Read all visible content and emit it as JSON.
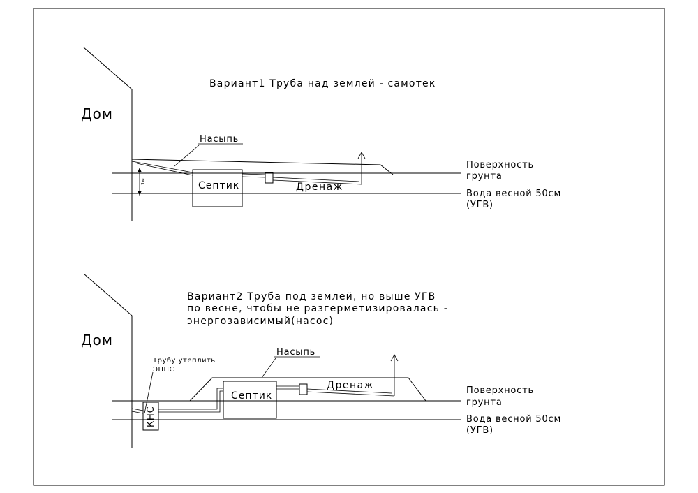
{
  "variant1": {
    "title": "Вариант1 Труба над землей - самотек",
    "house": "Дом",
    "embankment": "Насыпь",
    "septic": "Септик",
    "drain": "Дренаж",
    "surface_line1": "Поверхность",
    "surface_line2": "грунта",
    "water_line1": "Вода весной 50см",
    "water_line2": "(УГВ)",
    "dimension": "1м"
  },
  "variant2": {
    "title_line1": "Вариант2 Труба под землей, но выше УГВ",
    "title_line2": "по весне, чтобы не разгерметизировалась -",
    "title_line3": "энергозависимый(насос)",
    "house": "Дом",
    "insulate_line1": "Трубу утеплить",
    "insulate_line2": "ЭППС",
    "kns": "КНС",
    "embankment": "Насыпь",
    "septic": "Септик",
    "drain": "Дренаж",
    "surface_line1": "Поверхность",
    "surface_line2": "грунта",
    "water_line1": "Вода весной 50см",
    "water_line2": "(УГВ)"
  }
}
